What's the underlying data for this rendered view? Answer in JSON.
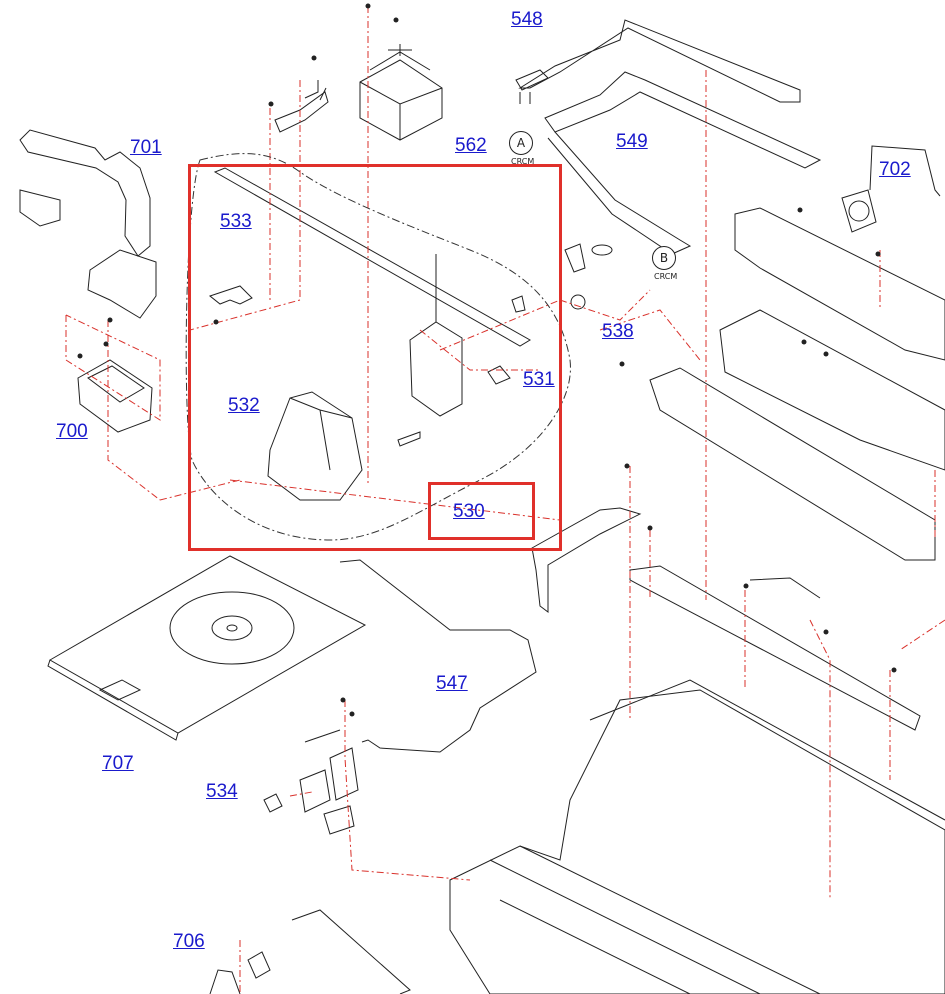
{
  "colors": {
    "link": "#1a1acc",
    "highlight": "#e0302a",
    "leader_red": "#d9312b",
    "line": "#222222"
  },
  "parts": {
    "p548": "548",
    "p562": "562",
    "p549": "549",
    "p701": "701",
    "p702": "702",
    "p533": "533",
    "p538": "538",
    "p531": "531",
    "p532": "532",
    "p700": "700",
    "p530": "530",
    "p547": "547",
    "p707": "707",
    "p534": "534",
    "p706": "706"
  },
  "callouts": {
    "a": {
      "letter": "A",
      "sub": "CRCM"
    },
    "b": {
      "letter": "B",
      "sub": "CRCM"
    }
  },
  "highlight": {
    "group": "530 assembly",
    "selected_part": "530"
  }
}
